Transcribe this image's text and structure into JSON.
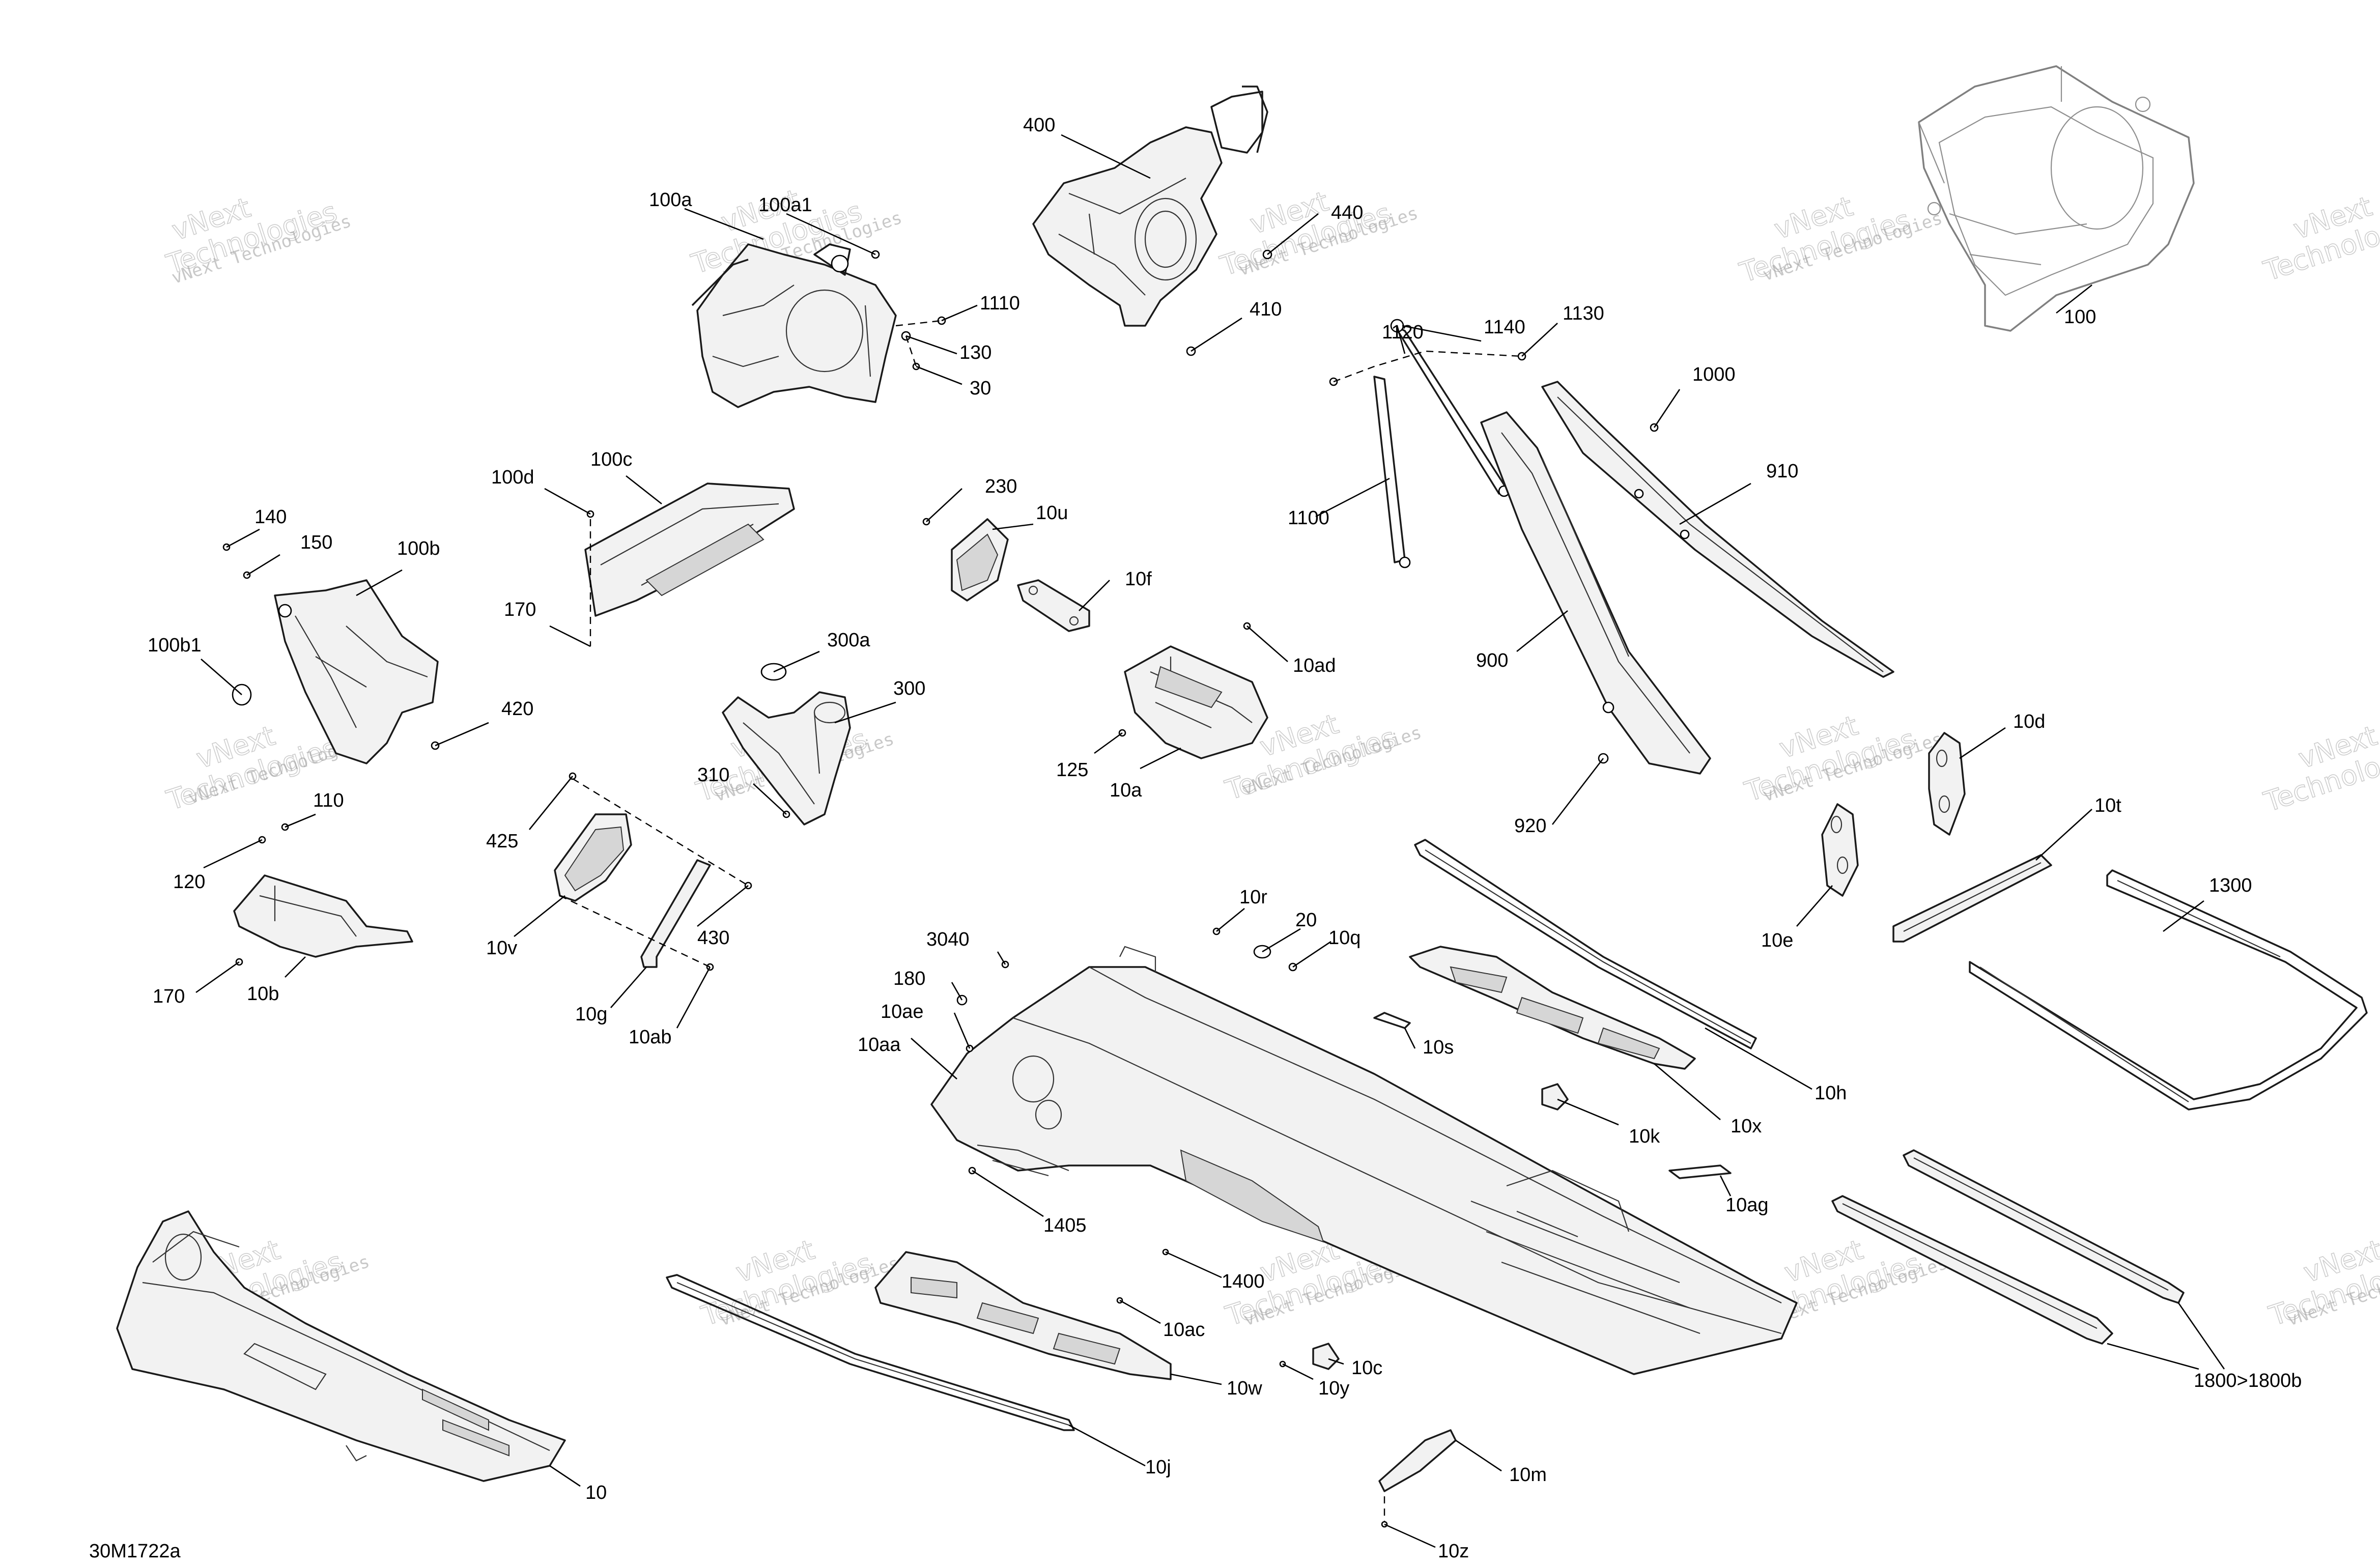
{
  "diagram_code": "30M1722a",
  "watermark": {
    "line1": "vNext",
    "line2": "Technologies",
    "small": "vNext Technologies"
  },
  "callouts": {
    "c_400": "400",
    "c_440": "440",
    "c_410": "410",
    "c_100a": "100a",
    "c_100a1": "100a1",
    "c_1110": "1110",
    "c_130": "130",
    "c_30": "30",
    "c_100": "100",
    "c_1120": "1120",
    "c_1140": "1140",
    "c_1130": "1130",
    "c_1100": "1100",
    "c_1000": "1000",
    "c_910": "910",
    "c_900": "900",
    "c_920": "920",
    "c_100d": "100d",
    "c_100c": "100c",
    "c_170a": "170",
    "c_140": "140",
    "c_150": "150",
    "c_100b": "100b",
    "c_100b1": "100b1",
    "c_420": "420",
    "c_230": "230",
    "c_10u": "10u",
    "c_10f": "10f",
    "c_300a": "300a",
    "c_300": "300",
    "c_310": "310",
    "c_10ad": "10ad",
    "c_125": "125",
    "c_10a": "10a",
    "c_10d": "10d",
    "c_10t": "10t",
    "c_10e": "10e",
    "c_1300": "1300",
    "c_110": "110",
    "c_120": "120",
    "c_170b": "170",
    "c_10b": "10b",
    "c_425": "425",
    "c_10v": "10v",
    "c_430": "430",
    "c_10g": "10g",
    "c_10ab": "10ab",
    "c_3040": "3040",
    "c_180": "180",
    "c_10ae": "10ae",
    "c_10aa": "10aa",
    "c_10r": "10r",
    "c_20": "20",
    "c_10q": "10q",
    "c_10s": "10s",
    "c_10h": "10h",
    "c_10x": "10x",
    "c_10k": "10k",
    "c_10ag": "10ag",
    "c_1405": "1405",
    "c_1400": "1400",
    "c_10ac": "10ac",
    "c_10w": "10w",
    "c_10c": "10c",
    "c_10y": "10y",
    "c_10j": "10j",
    "c_10m": "10m",
    "c_10z": "10z",
    "c_10": "10",
    "c_1800": "1800>1800b"
  }
}
